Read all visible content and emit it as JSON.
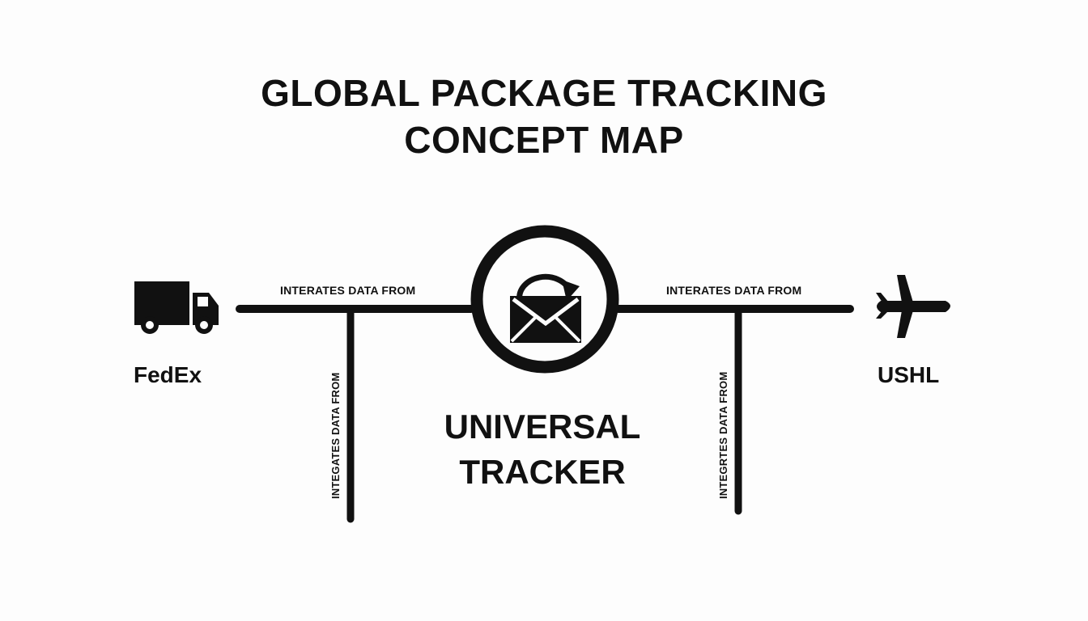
{
  "title": {
    "line1": "GLOBAL PACKAGE TRACKING",
    "line2": "CONCEPT MAP"
  },
  "hub": {
    "label_line1": "UNIVERSAL",
    "label_line2": "TRACKER",
    "icon": "envelope-sync-icon"
  },
  "left_node": {
    "label": "FedEx",
    "icon": "truck-icon"
  },
  "right_node": {
    "label": "USHL",
    "icon": "airplane-icon"
  },
  "edges": {
    "left_horizontal": "INTERATES DATA FROM",
    "right_horizontal": "INTERATES DATA FROM",
    "left_vertical": "INTEGATES DATA FROM",
    "right_vertical": "INTEGRTES DATA FROM"
  },
  "colors": {
    "ink": "#111111",
    "background": "#fdfdfd"
  }
}
